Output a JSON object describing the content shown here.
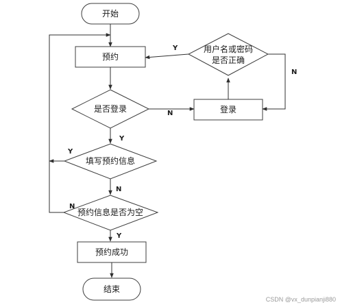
{
  "nodes": {
    "start": "开始",
    "reserve": "预约",
    "is_logged_in": "是否登录",
    "login": "登录",
    "credentials_line1": "用户名或密码",
    "credentials_line2": "是否正确",
    "fill_info": "填写预约信息",
    "info_empty": "预约信息是否为空",
    "success": "预约成功",
    "end": "结束"
  },
  "edges": {
    "yes": "Y",
    "no": "N"
  },
  "watermark": "CSDN @vx_dunpianji880"
}
